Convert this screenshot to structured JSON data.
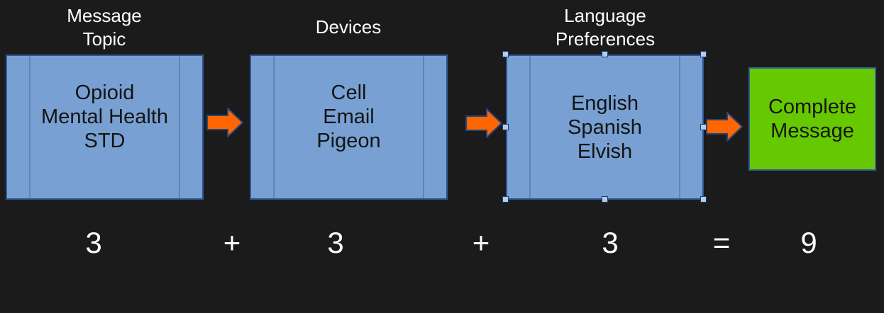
{
  "stages": [
    {
      "heading": "Message\nTopic",
      "items": [
        "Opioid",
        "Mental Health",
        "STD"
      ],
      "count": "3"
    },
    {
      "heading": "Devices",
      "items": [
        "Cell",
        "Email",
        "Pigeon"
      ],
      "count": "3"
    },
    {
      "heading": "Language\nPreferences",
      "items": [
        "English",
        "Spanish",
        "Elvish"
      ],
      "count": "3"
    }
  ],
  "result": {
    "lines": [
      "Complete",
      "Message"
    ],
    "count": "9"
  },
  "equation": {
    "plus": "+",
    "equals": "="
  },
  "colors": {
    "background": "#1b1b1b",
    "box_fill": "#78a0d2",
    "box_border": "#2f5694",
    "box_divider": "#5d85bd",
    "arrow_fill": "#ff6600",
    "arrow_border": "#26457a",
    "result_fill": "#66c800",
    "result_border": "#35638f",
    "heading_text": "#ffffff",
    "box_text": "#141414",
    "handle_fill": "#b6cde9",
    "handle_border": "#1c3c6e"
  }
}
